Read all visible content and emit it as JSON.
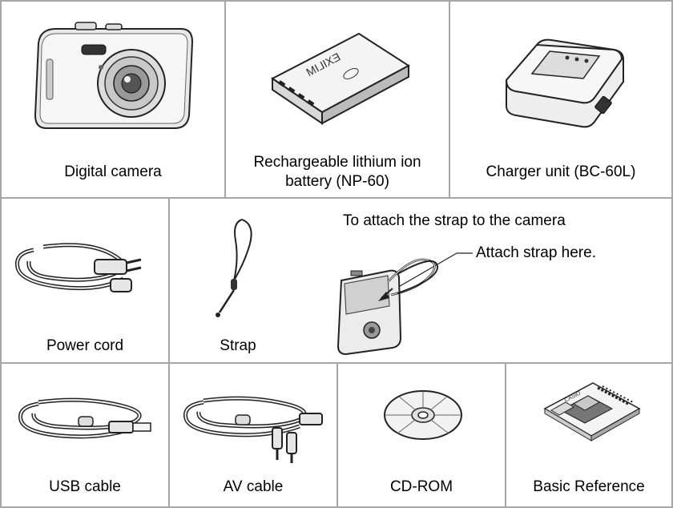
{
  "items": {
    "camera": "Digital camera",
    "battery_line1": "Rechargeable lithium ion",
    "battery_line2": "battery (NP-60)",
    "charger": "Charger unit (BC-60L)",
    "power_cord": "Power cord",
    "strap": "Strap",
    "usb_cable": "USB cable",
    "av_cable": "AV cable",
    "cdrom": "CD-ROM",
    "basic_reference": "Basic Reference"
  },
  "strap_notes": {
    "heading": "To attach the strap to the camera",
    "callout": "Attach strap here."
  },
  "logos": {
    "battery_brand": "EXILIM",
    "booklet_brand": "CASIO"
  }
}
